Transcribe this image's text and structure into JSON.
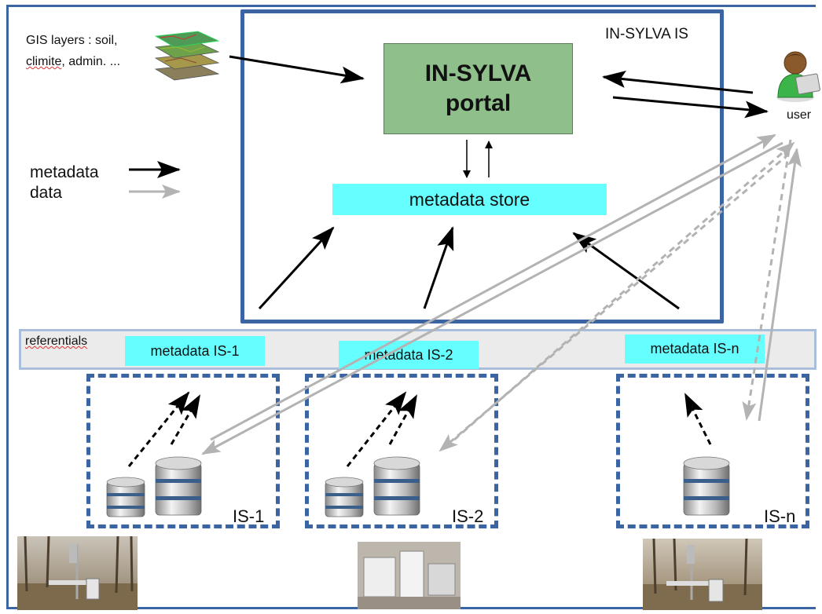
{
  "diagram": {
    "system_title": "IN-SYLVA IS",
    "portal_line1": "IN-SYLVA",
    "portal_line2": "portal",
    "metadata_store": "metadata store",
    "gis_line1": "GIS layers : soil,",
    "gis_line2_a": "climite",
    "gis_line2_b": ", admin. ...",
    "legend_metadata": "metadata",
    "legend_data": "data",
    "referentials": "referentials",
    "metadata_is1": "metadata IS-1",
    "metadata_is2": "metadata IS-2",
    "metadata_isn": "metadata IS-n",
    "is1": "IS-1",
    "is2": "IS-2",
    "isn": "IS-n",
    "user": "user",
    "colors": {
      "frame_blue": "#3b64a3",
      "portal_green": "#8fbf8b",
      "metadata_cyan": "#66ffff",
      "metadata_arrow": "#000000",
      "data_arrow": "#b3b3b3"
    },
    "icons": [
      "gis-layers-icon",
      "user-icon",
      "database-icon",
      "field-station-photo",
      "lab-photo"
    ]
  }
}
